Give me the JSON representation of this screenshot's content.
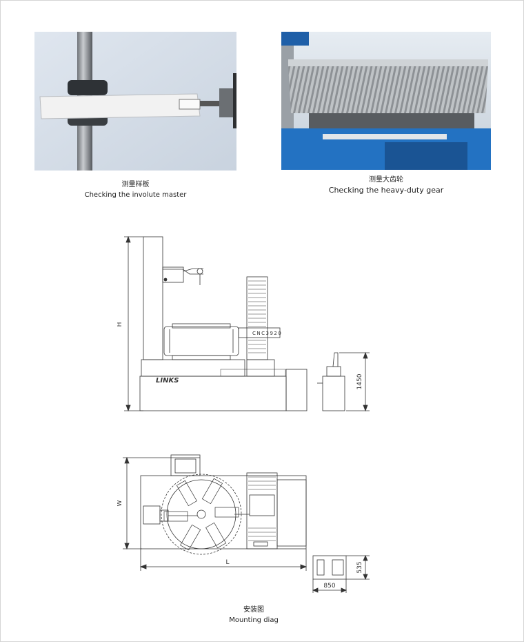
{
  "photos": [
    {
      "caption_cn": "测量样板",
      "caption_en": "Checking the involute master"
    },
    {
      "caption_cn": "测量大齿轮",
      "caption_en": "Checking the heavy-duty gear"
    }
  ],
  "elevation": {
    "brand": "LINKS",
    "model": "CNC3920",
    "dim_height": "H",
    "dim_console": "1450"
  },
  "plan": {
    "dim_width": "W",
    "dim_length": "L",
    "dim_console_depth": "535",
    "dim_console_width": "850"
  },
  "mounting": {
    "caption_cn": "安装图",
    "caption_en": "Mounting  diag"
  }
}
